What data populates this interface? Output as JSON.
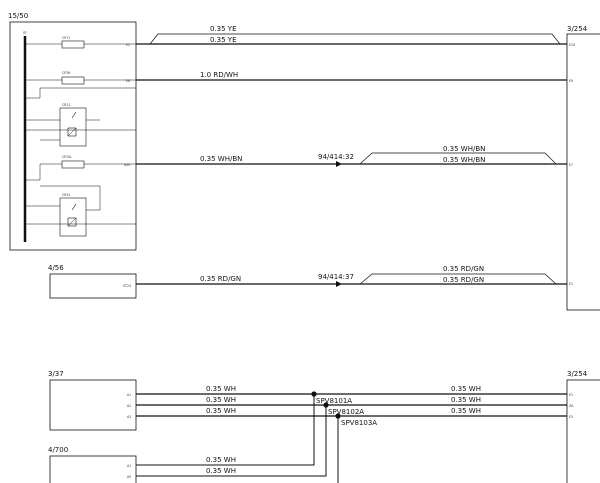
{
  "components": {
    "c1550": {
      "ref": "15/50",
      "pins": [
        "E2",
        "E8",
        "A30"
      ],
      "inner_labels": [
        "SF",
        "CP11",
        "CP26",
        "CR11",
        "CP15L",
        "CR21"
      ]
    },
    "c3254_top": {
      "ref": "3/254",
      "pins": [
        "E10",
        "E9",
        "E7",
        "E1"
      ]
    },
    "c456": {
      "ref": "4/56",
      "pins": [
        "ST24"
      ]
    },
    "c337": {
      "ref": "3/37",
      "pins": [
        "A1",
        "A2",
        "A3"
      ]
    },
    "c3254_bot": {
      "ref": "3/254",
      "pins": [
        "E1",
        "ZA",
        "E3"
      ]
    },
    "c4700": {
      "ref": "4/700",
      "pins": [
        "A1",
        "A5"
      ]
    }
  },
  "wires": {
    "w1": "0.35 YE",
    "w2": "0.35 YE",
    "w3": "1.0 RD/WH",
    "w4": "0.35 WH/BN",
    "w4b": "0.35 WH/BN",
    "w5": "0.35 WH/BN",
    "w6": "0.35 RD/GN",
    "w6b": "0.35 RD/GN",
    "w7": "0.35 RD/GN",
    "b1": "0.35 WH",
    "b2": "0.35 WH",
    "b3": "0.35 WH",
    "b1r": "0.35 WH",
    "b2r": "0.35 WH",
    "b3r": "0.35 WH",
    "b4": "0.35 WH",
    "b5": "0.35 WH"
  },
  "refs": {
    "r1": "94/414:32",
    "r2": "94/414:37"
  },
  "splices": {
    "s1": "SPV8101A",
    "s2": "SPV8102A",
    "s3": "SPV8103A"
  },
  "colors": {
    "line": "#111111",
    "background": "#ffffff"
  }
}
